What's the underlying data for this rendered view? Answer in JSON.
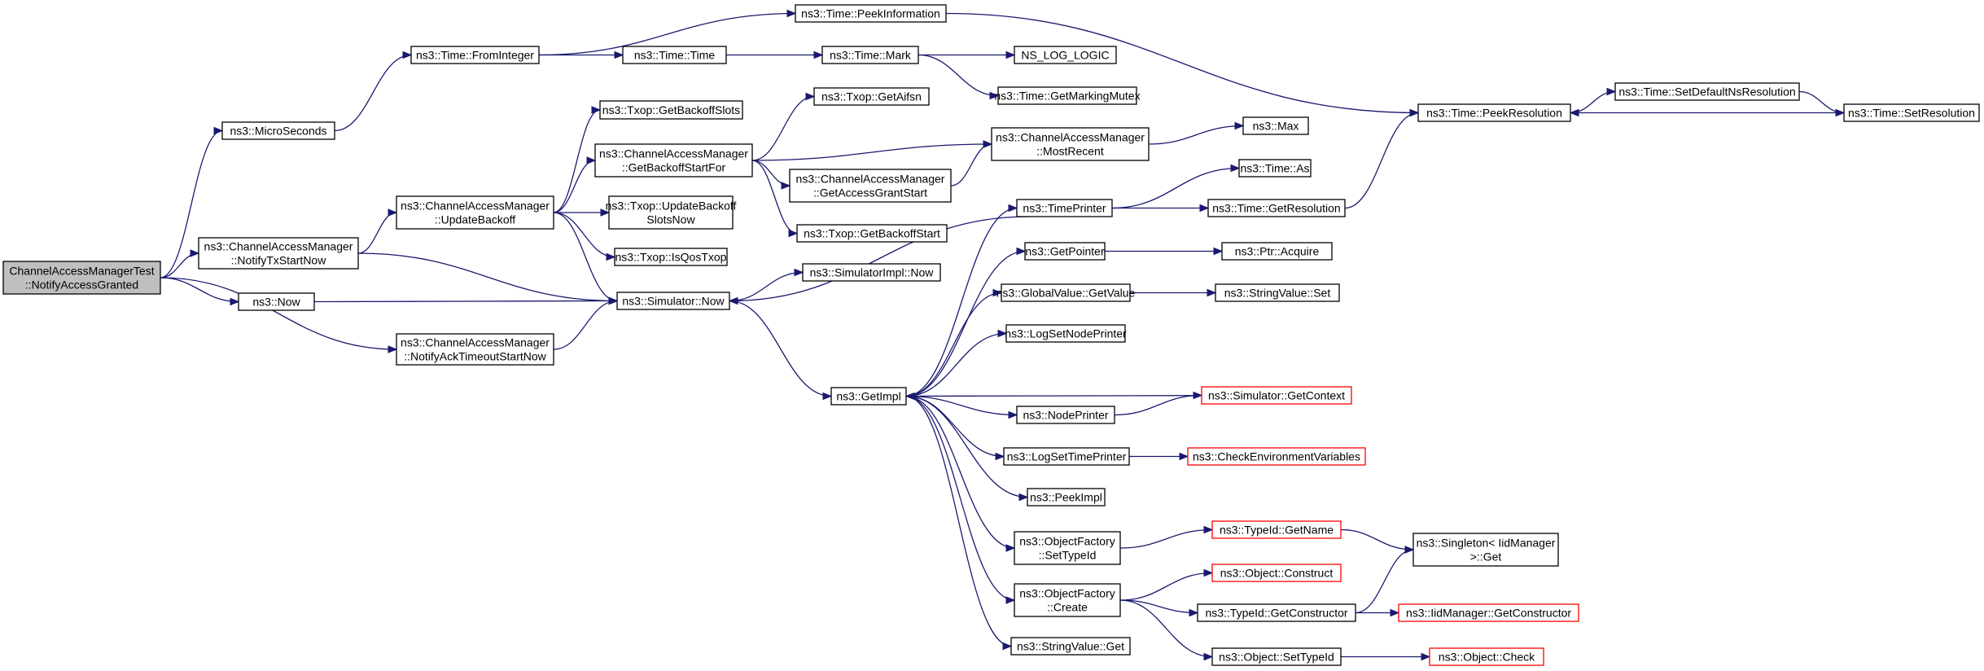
{
  "colors": {
    "edge": "#191970",
    "node_border": "#000000",
    "external_border": "#ff0000",
    "root_fill": "#bfbfbf"
  },
  "nodes": [
    {
      "id": "root",
      "lines": [
        "ChannelAccessManagerTest",
        "::NotifyAccessGranted"
      ],
      "kind": "root"
    },
    {
      "id": "micro",
      "lines": [
        "ns3::MicroSeconds"
      ]
    },
    {
      "id": "notifytx",
      "lines": [
        "ns3::ChannelAccessManager",
        "::NotifyTxStartNow"
      ]
    },
    {
      "id": "now",
      "lines": [
        "ns3::Now"
      ]
    },
    {
      "id": "notifyack",
      "lines": [
        "ns3::ChannelAccessManager",
        "::NotifyAckTimeoutStartNow"
      ]
    },
    {
      "id": "fromint",
      "lines": [
        "ns3::Time::FromInteger"
      ]
    },
    {
      "id": "updback",
      "lines": [
        "ns3::ChannelAccessManager",
        "::UpdateBackoff"
      ]
    },
    {
      "id": "simnow",
      "lines": [
        "ns3::Simulator::Now"
      ]
    },
    {
      "id": "peekinfo",
      "lines": [
        "ns3::Time::PeekInformation"
      ]
    },
    {
      "id": "timetime",
      "lines": [
        "ns3::Time::Time"
      ]
    },
    {
      "id": "getbackslots",
      "lines": [
        "ns3::Txop::GetBackoffSlots"
      ]
    },
    {
      "id": "getbackstart",
      "lines": [
        "ns3::ChannelAccessManager",
        "::GetBackoffStartFor"
      ]
    },
    {
      "id": "updbackslots",
      "lines": [
        "ns3::Txop::UpdateBackoff",
        "SlotsNow"
      ]
    },
    {
      "id": "isqos",
      "lines": [
        "ns3::Txop::IsQosTxop"
      ]
    },
    {
      "id": "simimplnow",
      "lines": [
        "ns3::SimulatorImpl::Now"
      ]
    },
    {
      "id": "getimpl",
      "lines": [
        "ns3::GetImpl"
      ]
    },
    {
      "id": "mark",
      "lines": [
        "ns3::Time::Mark"
      ]
    },
    {
      "id": "getaifsn",
      "lines": [
        "ns3::Txop::GetAifsn"
      ]
    },
    {
      "id": "getaccessgrant",
      "lines": [
        "ns3::ChannelAccessManager",
        "::GetAccessGrantStart"
      ]
    },
    {
      "id": "txopgetbackstart",
      "lines": [
        "ns3::Txop::GetBackoffStart"
      ]
    },
    {
      "id": "timeprinter",
      "lines": [
        "ns3::TimePrinter"
      ]
    },
    {
      "id": "getpointer",
      "lines": [
        "ns3::GetPointer"
      ]
    },
    {
      "id": "gvgetvalue",
      "lines": [
        "ns3::GlobalValue::GetValue"
      ]
    },
    {
      "id": "logsetnode",
      "lines": [
        "ns3::LogSetNodePrinter"
      ]
    },
    {
      "id": "nodeprinter",
      "lines": [
        "ns3::NodePrinter"
      ]
    },
    {
      "id": "logsettime",
      "lines": [
        "ns3::LogSetTimePrinter"
      ]
    },
    {
      "id": "peekimpl",
      "lines": [
        "ns3::PeekImpl"
      ]
    },
    {
      "id": "ofsettypeid",
      "lines": [
        "ns3::ObjectFactory",
        "::SetTypeId"
      ]
    },
    {
      "id": "ofcreate",
      "lines": [
        "ns3::ObjectFactory",
        "::Create"
      ]
    },
    {
      "id": "svget",
      "lines": [
        "ns3::StringValue::Get"
      ]
    },
    {
      "id": "nslog",
      "lines": [
        "NS_LOG_LOGIC"
      ]
    },
    {
      "id": "getmarkmutex",
      "lines": [
        "ns3::Time::GetMarkingMutex"
      ]
    },
    {
      "id": "mostrecent",
      "lines": [
        "ns3::ChannelAccessManager",
        "::MostRecent"
      ]
    },
    {
      "id": "max",
      "lines": [
        "ns3::Max"
      ]
    },
    {
      "id": "timeas",
      "lines": [
        "ns3::Time::As"
      ]
    },
    {
      "id": "getres",
      "lines": [
        "ns3::Time::GetResolution"
      ]
    },
    {
      "id": "ptracquire",
      "lines": [
        "ns3::Ptr::Acquire"
      ]
    },
    {
      "id": "svset",
      "lines": [
        "ns3::StringValue::Set"
      ]
    },
    {
      "id": "simgetctx",
      "lines": [
        "ns3::Simulator::GetContext"
      ],
      "kind": "red"
    },
    {
      "id": "checkenv",
      "lines": [
        "ns3::CheckEnvironmentVariables"
      ],
      "kind": "red"
    },
    {
      "id": "typeidgetname",
      "lines": [
        "ns3::TypeId::GetName"
      ],
      "kind": "red"
    },
    {
      "id": "objconstruct",
      "lines": [
        "ns3::Object::Construct"
      ],
      "kind": "red"
    },
    {
      "id": "typeidgetctor",
      "lines": [
        "ns3::TypeId::GetConstructor"
      ]
    },
    {
      "id": "objsettypeid",
      "lines": [
        "ns3::Object::SetTypeId"
      ]
    },
    {
      "id": "peekres",
      "lines": [
        "ns3::Time::PeekResolution"
      ]
    },
    {
      "id": "setdefres",
      "lines": [
        "ns3::Time::SetDefaultNsResolution"
      ]
    },
    {
      "id": "setres",
      "lines": [
        "ns3::Time::SetResolution"
      ]
    },
    {
      "id": "singleton",
      "lines": [
        "ns3::Singleton< IidManager",
        ">::Get"
      ]
    },
    {
      "id": "iidgetctor",
      "lines": [
        "ns3::IidManager::GetConstructor"
      ],
      "kind": "red"
    },
    {
      "id": "objcheck",
      "lines": [
        "ns3::Object::Check"
      ],
      "kind": "red"
    }
  ],
  "edges": [
    [
      "root",
      "micro"
    ],
    [
      "root",
      "notifytx"
    ],
    [
      "root",
      "now"
    ],
    [
      "root",
      "notifyack"
    ],
    [
      "micro",
      "fromint"
    ],
    [
      "notifytx",
      "updback"
    ],
    [
      "notifytx",
      "simnow"
    ],
    [
      "now",
      "simnow"
    ],
    [
      "notifyack",
      "simnow"
    ],
    [
      "fromint",
      "peekinfo"
    ],
    [
      "fromint",
      "timetime"
    ],
    [
      "updback",
      "getbackslots"
    ],
    [
      "updback",
      "getbackstart"
    ],
    [
      "updback",
      "updbackslots"
    ],
    [
      "updback",
      "isqos"
    ],
    [
      "updback",
      "simnow"
    ],
    [
      "simnow",
      "simimplnow"
    ],
    [
      "simnow",
      "getimpl"
    ],
    [
      "timetime",
      "mark"
    ],
    [
      "peekinfo",
      "peekres"
    ],
    [
      "getbackstart",
      "getaifsn"
    ],
    [
      "getbackstart",
      "getaccessgrant"
    ],
    [
      "getbackstart",
      "txopgetbackstart"
    ],
    [
      "getbackstart",
      "mostrecent"
    ],
    [
      "getaccessgrant",
      "mostrecent"
    ],
    [
      "mostrecent",
      "max"
    ],
    [
      "mark",
      "nslog"
    ],
    [
      "mark",
      "getmarkmutex"
    ],
    [
      "getimpl",
      "timeprinter"
    ],
    [
      "getimpl",
      "getpointer"
    ],
    [
      "getimpl",
      "gvgetvalue"
    ],
    [
      "getimpl",
      "logsetnode"
    ],
    [
      "getimpl",
      "nodeprinter"
    ],
    [
      "getimpl",
      "logsettime"
    ],
    [
      "getimpl",
      "peekimpl"
    ],
    [
      "getimpl",
      "ofsettypeid"
    ],
    [
      "getimpl",
      "ofcreate"
    ],
    [
      "getimpl",
      "svget"
    ],
    [
      "timeprinter",
      "simnow"
    ],
    [
      "timeprinter",
      "timeas"
    ],
    [
      "timeprinter",
      "getres"
    ],
    [
      "getres",
      "peekres"
    ],
    [
      "getpointer",
      "ptracquire"
    ],
    [
      "gvgetvalue",
      "svset"
    ],
    [
      "nodeprinter",
      "simgetctx"
    ],
    [
      "simgetctx",
      "getimpl"
    ],
    [
      "logsettime",
      "checkenv"
    ],
    [
      "ofsettypeid",
      "typeidgetname"
    ],
    [
      "typeidgetname",
      "singleton"
    ],
    [
      "ofcreate",
      "objconstruct"
    ],
    [
      "ofcreate",
      "typeidgetctor"
    ],
    [
      "ofcreate",
      "objsettypeid"
    ],
    [
      "typeidgetctor",
      "singleton"
    ],
    [
      "typeidgetctor",
      "iidgetctor"
    ],
    [
      "objsettypeid",
      "objcheck"
    ],
    [
      "peekres",
      "setdefres"
    ],
    [
      "setdefres",
      "setres"
    ],
    [
      "setres",
      "peekres"
    ]
  ]
}
